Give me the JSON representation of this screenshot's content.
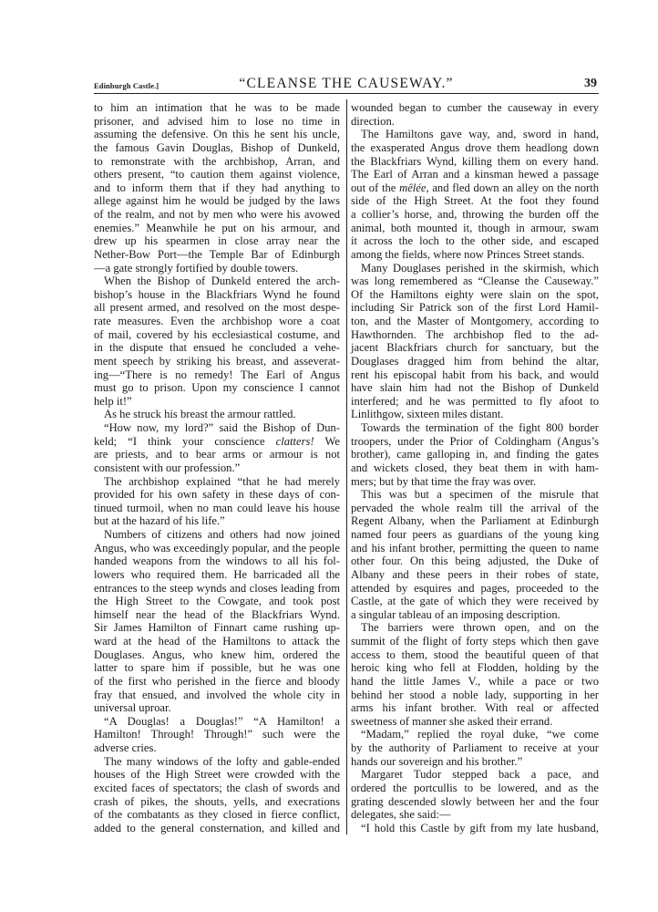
{
  "running_head": {
    "left": "Edinburgh Castle.]",
    "center": "“CLEANSE THE CAUSEWAY.”",
    "page_number": "39"
  },
  "left_column": {
    "paragraphs": [
      {
        "indent": false,
        "lines": [
          "to him an intimation that he was to be made",
          "prisoner, and advised him to lose no time in",
          "assuming the defensive. On this he sent his uncle,",
          "the famous Gavin Douglas, Bishop of Dunkeld,",
          "to remonstrate with the archbishop, Arran, and",
          "others present, “to caution them against violence,",
          "and to inform them that if they had anything to",
          "allege against him he would be judged by the laws",
          "of the realm, and not by men who were his avowed",
          "enemies.” Meanwhile he put on his armour, and",
          "drew up his spearmen in close array near the",
          "Nether-Bow Port—the Temple Bar of Edinburgh",
          "—a gate strongly fortified by double towers."
        ]
      },
      {
        "indent": true,
        "lines": [
          "When the Bishop of Dunkeld entered the arch-",
          "bishop’s house in the Blackfriars Wynd he found",
          "all present armed, and resolved on the most despe-",
          "rate measures. Even the archbishop wore a coat",
          "of mail, covered by his ecclesiastical costume, and",
          "in the dispute that ensued he concluded a vehe-",
          "ment speech by striking his breast, and asseverat-",
          "ing—“There is no remedy! The Earl of Angus",
          "must go to prison. Upon my conscience I cannot",
          "help it!”"
        ]
      },
      {
        "indent": true,
        "lines": [
          "As he struck his breast the armour rattled."
        ]
      },
      {
        "indent": true,
        "lines": [
          "“How now, my lord?” said the Bishop of Dun-",
          "keld; “I think your conscience |clatters!| We",
          "are priests, and to bear arms or armour is not",
          "consistent with our profession.”"
        ]
      },
      {
        "indent": true,
        "lines": [
          "The archbishop explained “that he had merely",
          "provided for his own safety in these days of con-",
          "tinued turmoil, when no man could leave his house",
          "but at the hazard of his life.”"
        ]
      },
      {
        "indent": true,
        "lines": [
          "Numbers of citizens and others had now joined",
          "Angus, who was exceedingly popular, and the people",
          "handed weapons from the windows to all his fol-",
          "lowers who required them. He barricaded all the",
          "entrances to the steep wynds and closes leading from",
          "the High Street to the Cowgate, and took post",
          "himself near the head of the Blackfriars Wynd.",
          "Sir James Hamilton of Finnart came rushing up-",
          "ward at the head of the Hamiltons to attack the",
          "Douglases. Angus, who knew him, ordered the",
          "latter to spare him if possible, but he was one",
          "of the first who perished in the fierce and bloody",
          "fray that ensued, and involved the whole city in",
          "universal uproar."
        ]
      },
      {
        "indent": true,
        "lines": [
          "“A Douglas! a Douglas!” “A Hamilton! a",
          "Hamilton! Through! Through!” such were the",
          "adverse cries."
        ]
      },
      {
        "indent": true,
        "lines": [
          "The many windows of the lofty and gable-ended",
          "houses of the High Street were crowded with the",
          "excited faces of spectators; the clash of swords and",
          "crash of pikes, the shouts, yells, and execrations",
          "of the combatants as they closed in fierce conflict,",
          "added to the general consternation, and killed and"
        ],
        "continues": true
      }
    ]
  },
  "right_column": {
    "paragraphs": [
      {
        "indent": false,
        "lines": [
          "wounded began to cumber the causeway in every",
          "direction."
        ]
      },
      {
        "indent": true,
        "lines": [
          "The Hamiltons gave way, and, sword in hand,",
          "the exasperated Angus drove them headlong down",
          "the Blackfriars Wynd, killing them on every hand.",
          "The Earl of Arran and a kinsman hewed a passage",
          "out of the |mêlée|, and fled down an alley on the north",
          "side of the High Street. At the foot they found",
          "a collier’s horse, and, throwing the burden off the",
          "animal, both mounted it, though in armour, swam",
          "it across the loch to the other side, and escaped",
          "among the fields, where now Princes Street stands."
        ]
      },
      {
        "indent": true,
        "lines": [
          "Many Douglases perished in the skirmish, which",
          "was long remembered as “Cleanse the Causeway.”",
          "Of the Hamiltons eighty were slain on the spot,",
          "including Sir Patrick son of the first Lord Hamil-",
          "ton, and the Master of Montgomery, according to",
          "Hawthornden. The archbishop fled to the ad-",
          "jacent Blackfriars church for sanctuary, but the",
          "Douglases dragged him from behind the altar,",
          "rent his episcopal habit from his back, and would",
          "have slain him had not the Bishop of Dunkeld",
          "interfered; and he was permitted to fly afoot to",
          "Linlithgow, sixteen miles distant."
        ]
      },
      {
        "indent": true,
        "lines": [
          "Towards the termination of the fight 800 border",
          "troopers, under the Prior of Coldingham (Angus’s",
          "brother), came galloping in, and finding the gates",
          "and wickets closed, they beat them in with ham-",
          "mers; but by that time the fray was over."
        ]
      },
      {
        "indent": true,
        "lines": [
          "This was but a specimen of the misrule that",
          "pervaded the whole realm till the arrival of the",
          "Regent Albany, when the Parliament at Edinburgh",
          "named four peers as guardians of the young king",
          "and his infant brother, permitting the queen to name",
          "other four. On this being adjusted, the Duke of",
          "Albany and these peers in their robes of state,",
          "attended by esquires and pages, proceeded to the",
          "Castle, at the gate of which they were received by",
          "a singular tableau of an imposing description."
        ]
      },
      {
        "indent": true,
        "lines": [
          "The barriers were thrown open, and on the",
          "summit of the flight of forty steps which then gave",
          "access to them, stood the beautiful queen of that",
          "heroic king who fell at Flodden, holding by the",
          "hand the little James V., while a pace or two",
          "behind her stood a noble lady, supporting in her",
          "arms his infant brother. With real or affected",
          "sweetness of manner she asked their errand."
        ]
      },
      {
        "indent": true,
        "lines": [
          "“Madam,” replied the royal duke, “we come",
          "by the authority of Parliament to receive at your",
          "hands our sovereign and his brother.”"
        ]
      },
      {
        "indent": true,
        "lines": [
          "Margaret Tudor stepped back a pace, and",
          "ordered the portcullis to be lowered, and as the",
          "grating descended slowly between her and the four",
          "delegates, she said:—"
        ]
      },
      {
        "indent": true,
        "lines": [
          "“I hold this Castle by gift from my late husband,"
        ],
        "continues": true
      }
    ]
  }
}
